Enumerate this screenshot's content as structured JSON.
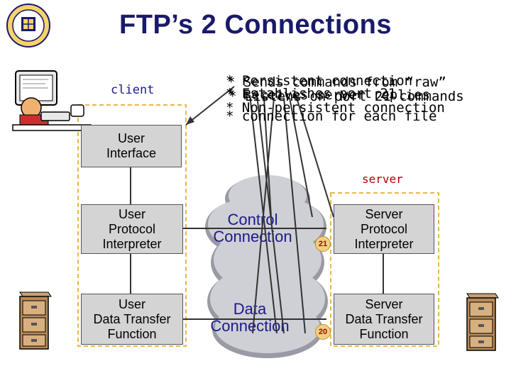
{
  "title": "FTP’s 2 Connections",
  "labels": {
    "client": "client",
    "server": "server"
  },
  "boxes": {
    "user_interface": [
      "User",
      "Interface"
    ],
    "user_pi": [
      "User",
      "Protocol",
      "Interpreter"
    ],
    "user_dtf": [
      "User",
      "Data Transfer",
      "Function"
    ],
    "server_pi": [
      "Server",
      "Protocol",
      "Interpreter"
    ],
    "server_dtf": [
      "Server",
      "Data Transfer",
      "Function"
    ]
  },
  "connections": {
    "control": [
      "Control",
      "Connection"
    ],
    "data": [
      "Data",
      "Connection"
    ]
  },
  "ports": {
    "control": "21",
    "data": "20"
  },
  "notes": [
    "* Persistent connection",
    "* Sends commands from “raw”",
    "* Establishes port 21",
    "* Receives server replies",
    "* Listens on port 21 commands",
    "* Non-persistent connection",
    "* connection for each file"
  ]
}
